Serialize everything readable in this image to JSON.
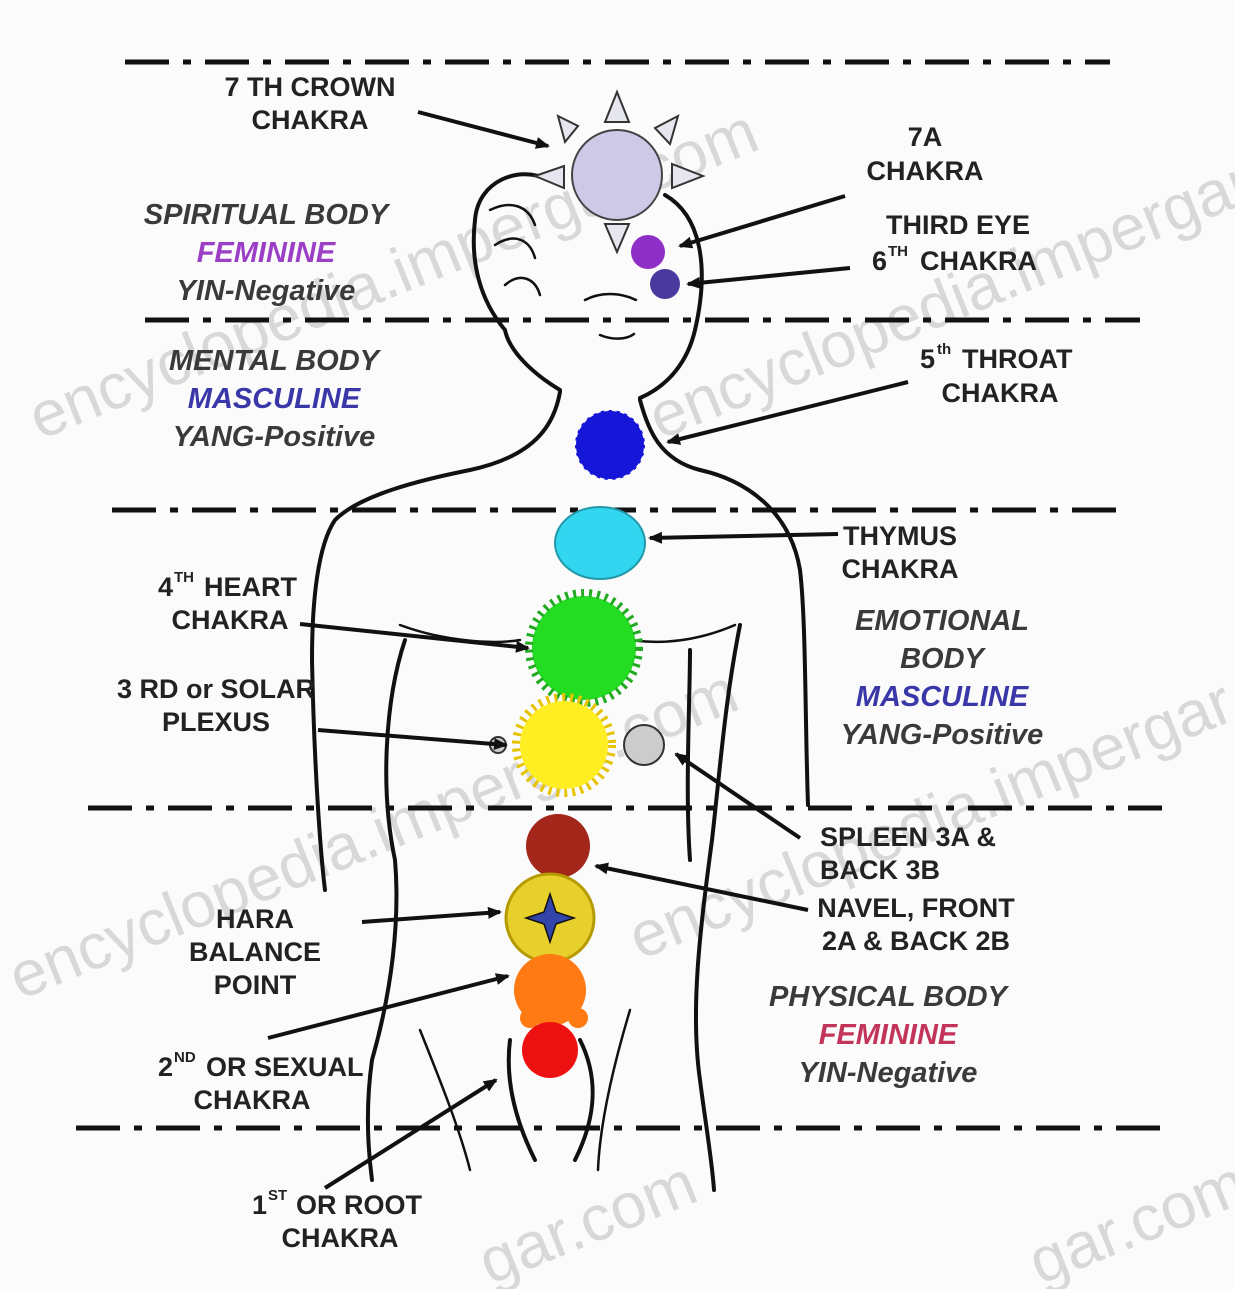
{
  "labels": {
    "crown": "7 TH CROWN",
    "crown_2": "CHAKRA",
    "chakra_7a": "7A",
    "chakra_7a_2": "CHAKRA",
    "third_eye": "THIRD EYE",
    "sixth_num": "6",
    "sixth_sup": "TH",
    "sixth_rest": "CHAKRA",
    "throat_num": "5",
    "throat_sup": "th",
    "throat_rest": "THROAT",
    "throat_2": "CHAKRA",
    "thymus": "THYMUS",
    "thymus_2": "CHAKRA",
    "heart_num": "4",
    "heart_sup": "TH",
    "heart_rest": "HEART",
    "heart_2": "CHAKRA",
    "solar": "3 RD or SOLAR",
    "solar_2": "PLEXUS",
    "spleen": "SPLEEN 3A  &",
    "spleen_2": "BACK 3B",
    "navel": "NAVEL, FRONT",
    "navel_2": "2A  & BACK 2B",
    "hara": "HARA",
    "hara_2": "BALANCE",
    "hara_3": "POINT",
    "sexual_num": "2",
    "sexual_sup": "ND",
    "sexual_rest": "OR SEXUAL",
    "sexual_2": "CHAKRA",
    "root_num": "1",
    "root_sup": "ST",
    "root_rest": "OR ROOT",
    "root_2": "CHAKRA"
  },
  "bodies": {
    "spiritual": {
      "line1": "SPIRITUAL BODY",
      "line2": "FEMININE",
      "line3": "YIN-Negative"
    },
    "mental": {
      "line1": "MENTAL BODY",
      "line2": "MASCULINE",
      "line3": "YANG-Positive"
    },
    "emotional": {
      "line1": "EMOTIONAL",
      "line1b": "BODY",
      "line2": "MASCULINE",
      "line3": "YANG-Positive"
    },
    "physical": {
      "line1": "PHYSICAL BODY",
      "line2": "FEMININE",
      "line3": "YIN-Negative"
    }
  },
  "watermark": {
    "text_1": "encyclopedia.impergar.com",
    "text_2": "encyclopedia.impergar.com",
    "text_3": "encyclopedia.impergar.com",
    "text_4": "encyclopedia.impergar.com",
    "text_5": "gar.com",
    "text_6": "gar.com"
  },
  "colors": {
    "crown": "#cdc9e6",
    "chakra_7a": "#8e2fc7",
    "third_eye": "#4a3aa0",
    "throat": "#1616d8",
    "thymus": "#33d6f0",
    "heart": "#22dd22",
    "solar": "#ffee22",
    "spleen": "#cccccc",
    "navel": "#a3261a",
    "hara": "#e8d02c",
    "sexual": "#ff7a12",
    "root": "#ee1111",
    "feminine": "#9b3fc6",
    "masculine": "#3a37a8",
    "negative_red": "#c2345a"
  }
}
